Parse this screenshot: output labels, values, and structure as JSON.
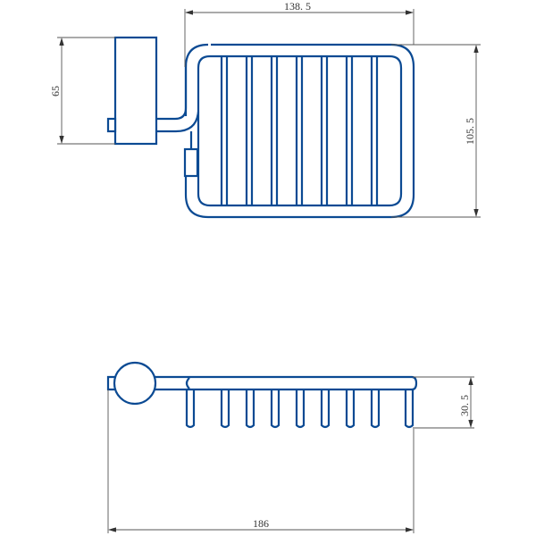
{
  "drawing": {
    "top_view": {
      "width_dimension": "138. 5",
      "height_dimension": "105. 5",
      "mount_height_dimension": "65",
      "bar_count": 7
    },
    "side_view": {
      "depth_dimension": "30. 5",
      "overall_length_dimension": "186",
      "tine_count": 9
    },
    "colors": {
      "part_stroke": "#0b4a93",
      "dimension_line": "#555555"
    }
  }
}
